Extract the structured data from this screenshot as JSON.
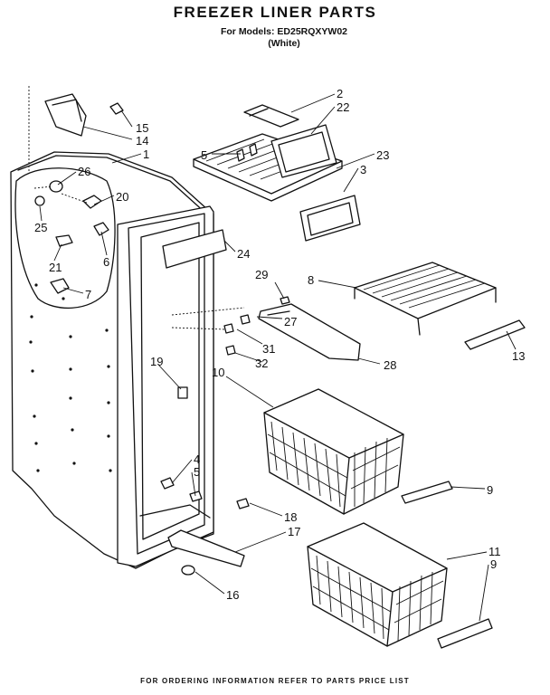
{
  "title": "FREEZER LINER PARTS",
  "models_line": "For Models: ED25RQXYW02",
  "color_line": "(White)",
  "footer": "FOR ORDERING INFORMATION REFER TO PARTS PRICE LIST",
  "callouts": [
    "2",
    "22",
    "23",
    "3",
    "5",
    "15",
    "14",
    "1",
    "26",
    "20",
    "25",
    "6",
    "21",
    "7",
    "24",
    "29",
    "8",
    "13",
    "27",
    "31",
    "32",
    "28",
    "19",
    "10",
    "4",
    "5",
    "9",
    "18",
    "17",
    "11",
    "9",
    "16"
  ]
}
